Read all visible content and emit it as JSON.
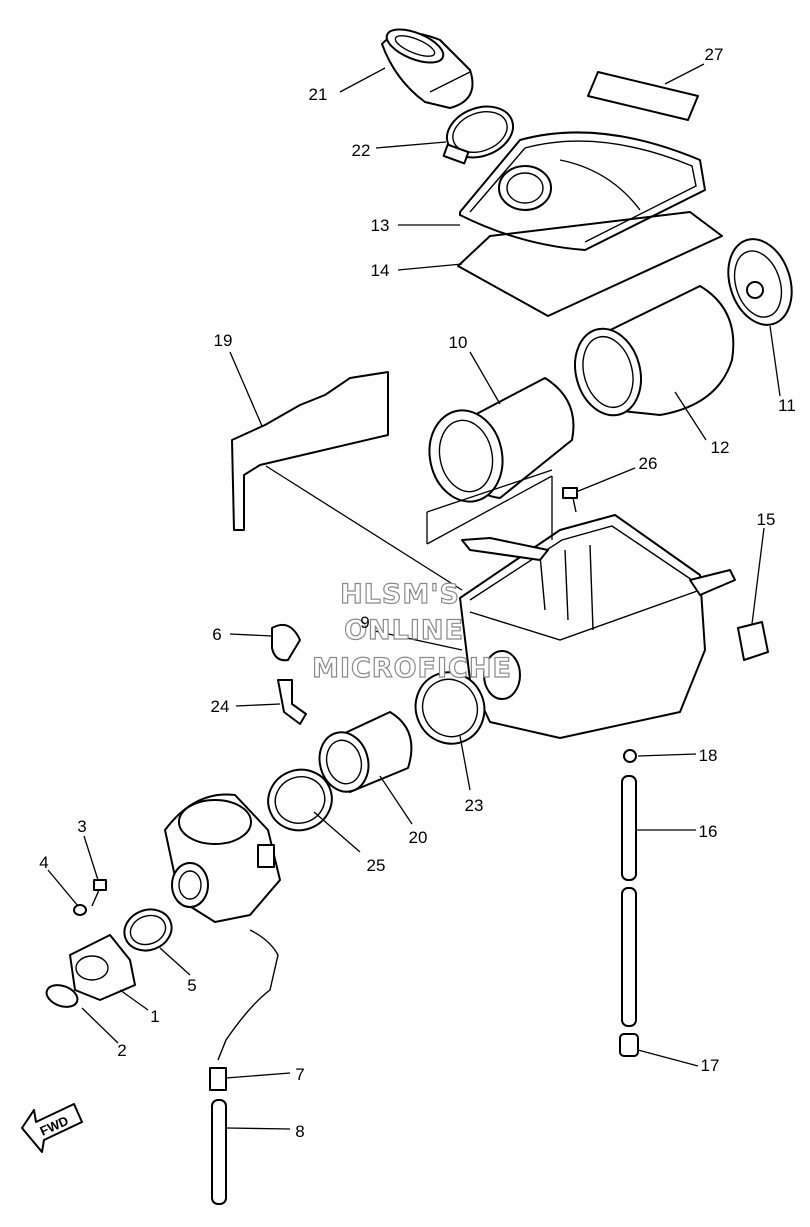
{
  "watermark": {
    "line1": "HLSM'S",
    "line2": "ONLINE",
    "line3": "MICROFICHE"
  },
  "direction_arrow": {
    "label": "FWD",
    "icon": "forward-arrow-icon"
  },
  "callouts": {
    "c1": "1",
    "c2": "2",
    "c3": "3",
    "c4": "4",
    "c5": "5",
    "c6": "6",
    "c7": "7",
    "c8": "8",
    "c9": "9",
    "c10": "10",
    "c11": "11",
    "c12": "12",
    "c13": "13",
    "c14": "14",
    "c15": "15",
    "c16": "16",
    "c17": "17",
    "c18": "18",
    "c19": "19",
    "c20": "20",
    "c21": "21",
    "c22": "22",
    "c23": "23",
    "c24": "24",
    "c25": "25",
    "c26": "26",
    "c27": "27"
  }
}
